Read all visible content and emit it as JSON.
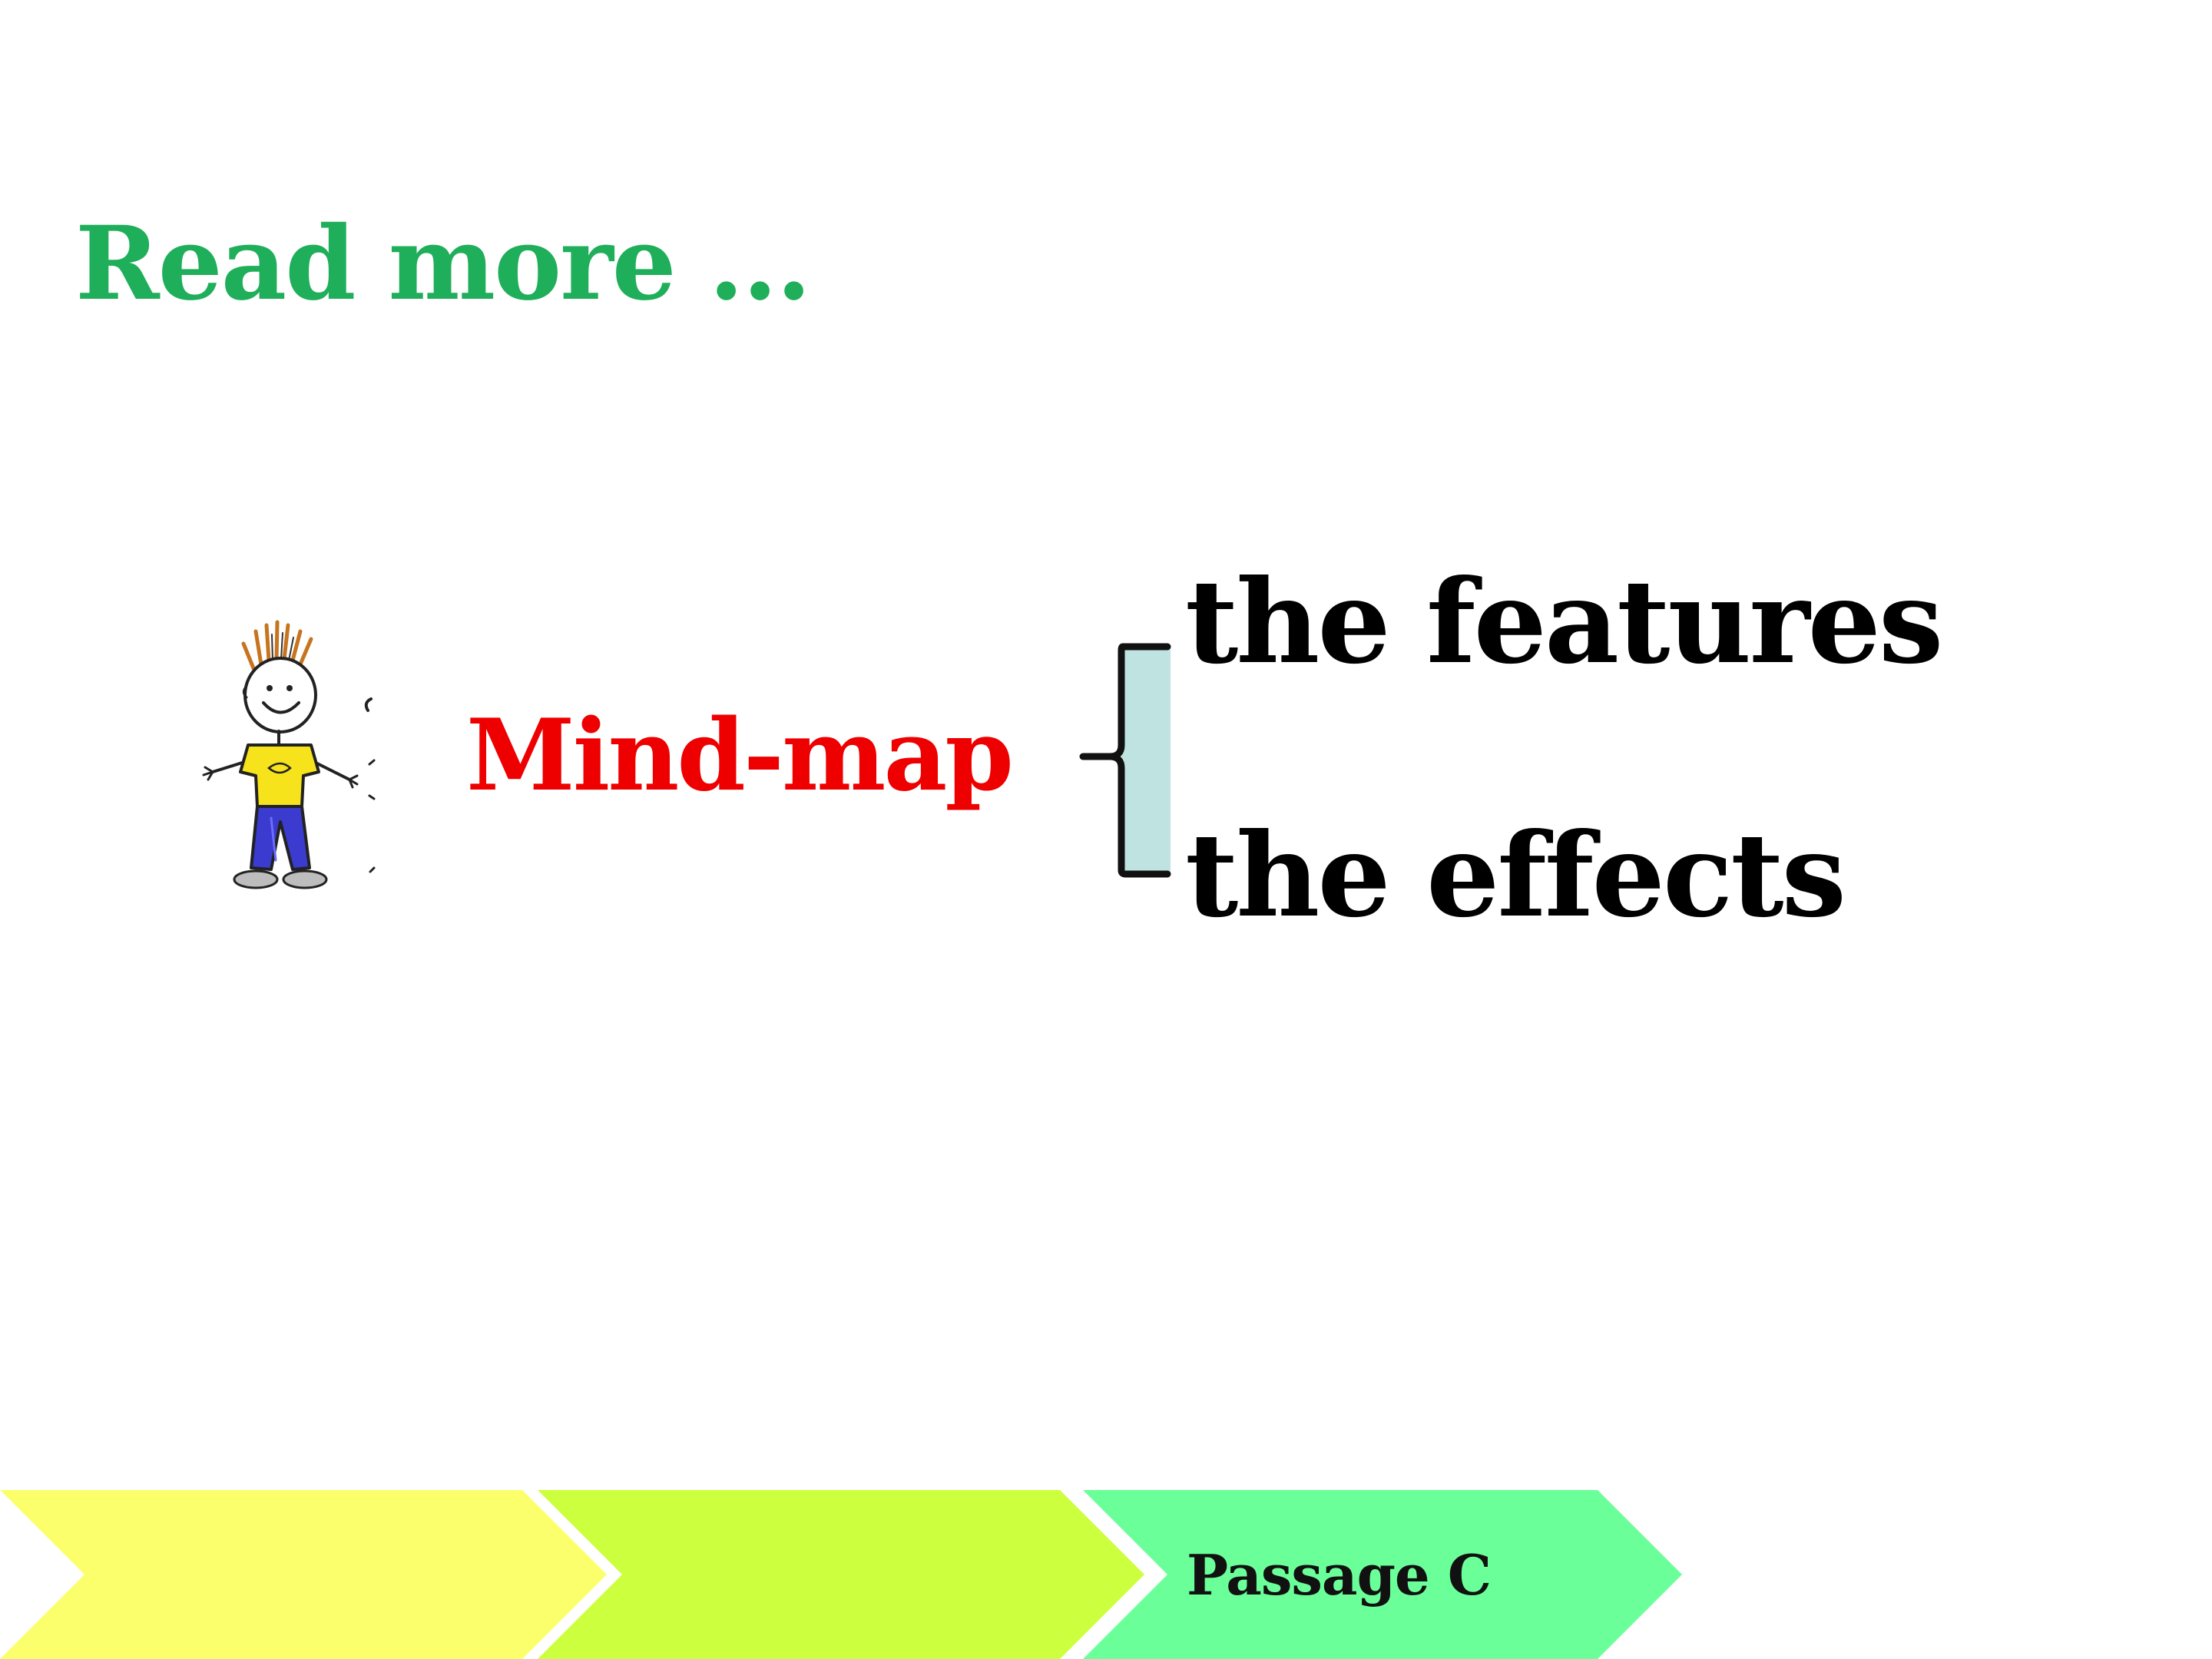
{
  "slide": {
    "title": "Read more ...",
    "center_label": "Mind-map",
    "branches": [
      "the features",
      "the effects"
    ]
  },
  "progress": {
    "steps": [
      {
        "label": "",
        "color": "#fbff6b",
        "state": "past"
      },
      {
        "label": "",
        "color": "#ccff3d",
        "state": "past"
      },
      {
        "label": "Passage C",
        "color": "#6bff99",
        "state": "current"
      }
    ]
  },
  "colors": {
    "title": "#1fae5a",
    "center_label": "#ee0000",
    "branch_text": "#000000",
    "bracket_fill": "#bfe3e1"
  },
  "icons": {
    "character": "cartoon-boy-illustration"
  }
}
